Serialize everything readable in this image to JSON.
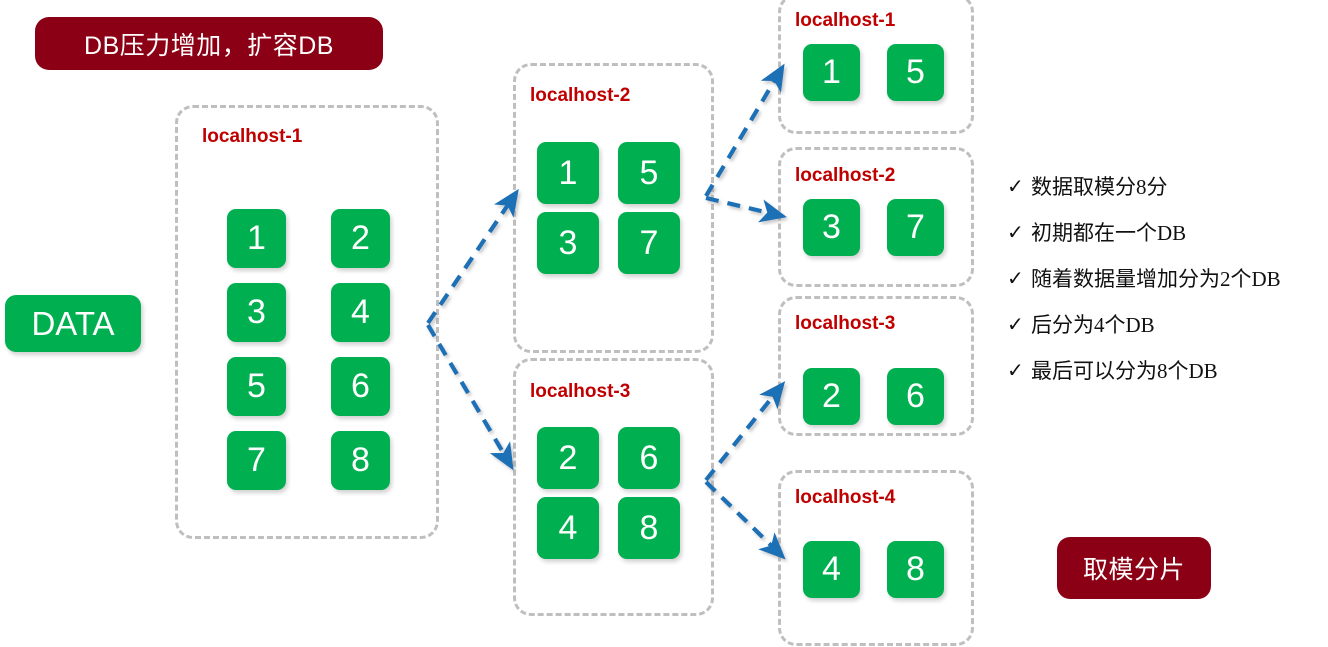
{
  "diagram": {
    "title_badge": "DB压力增加，扩容DB",
    "footer_badge": "取模分片",
    "source_label": "DATA",
    "accent_red": "#8C0016",
    "label_red": "#C00000",
    "tile_green": "#00B050",
    "arrow_blue": "#1F6FB5",
    "container_border": "#BFBFBF"
  },
  "stage1": {
    "host": "localhost-1",
    "tiles": [
      "1",
      "2",
      "3",
      "4",
      "5",
      "6",
      "7",
      "8"
    ]
  },
  "stage2": [
    {
      "host": "localhost-2",
      "tiles": [
        "1",
        "5",
        "3",
        "7"
      ]
    },
    {
      "host": "localhost-3",
      "tiles": [
        "2",
        "6",
        "4",
        "8"
      ]
    }
  ],
  "stage3": [
    {
      "host": "localhost-1",
      "tiles": [
        "1",
        "5"
      ]
    },
    {
      "host": "localhost-2",
      "tiles": [
        "3",
        "7"
      ]
    },
    {
      "host": "localhost-3",
      "tiles": [
        "2",
        "6"
      ]
    },
    {
      "host": "localhost-4",
      "tiles": [
        "4",
        "8"
      ]
    }
  ],
  "notes": {
    "check_glyph": "✓",
    "items": [
      "数据取模分8分",
      "初期都在一个DB",
      "随着数据量增加分为2个DB",
      "后分为4个DB",
      "最后可以分为8个DB"
    ]
  }
}
